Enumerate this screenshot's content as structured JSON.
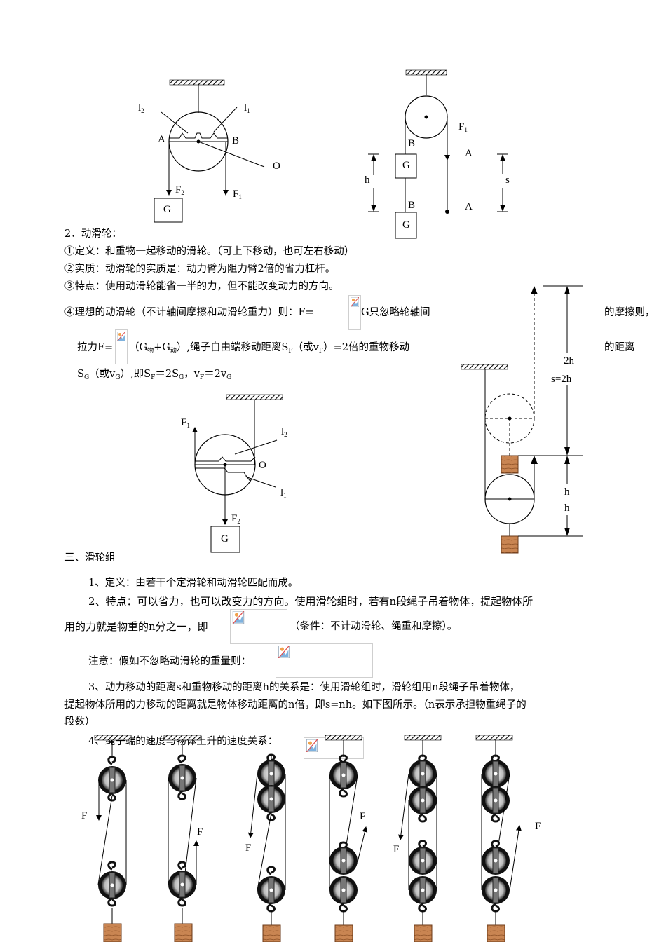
{
  "fig1": {
    "l2": "l",
    "l1": "l",
    "A": "A",
    "B": "B",
    "O": "O",
    "F2": "F",
    "F1": "F",
    "G": "G"
  },
  "fig2": {
    "F1": "F",
    "B1": "B",
    "A1": "A",
    "h": "h",
    "s": "s",
    "G1": "G",
    "B2": "B",
    "A2": "A",
    "G2": "G"
  },
  "section2": {
    "heading": "2．动滑轮：",
    "item1": "①定义：和重物一起移动的滑轮。（可上下移动，也可左右移动）",
    "item2": "②实质：动滑轮的实质是：动力臂为阻力臂2倍的省力杠杆。",
    "item3": "③特点：使用动滑轮能省一半的力，但不能改变动力的方向。",
    "item4_a": "④理想的动滑轮（不计轴间摩擦和动滑轮重力）则：F=",
    "item4_b": "G只忽略轮轴间",
    "item4_c": "的摩擦则，",
    "line5_a": "拉力F=",
    "line5_b": "（G",
    "line5_sub1": "物",
    "line5_c": "+G",
    "line5_sub2": "动",
    "line5_d": "）,绳子自由端移动距离S",
    "line5_sub3": "F",
    "line5_e": "（或v",
    "line5_sub4": "F",
    "line5_f": "）=2倍的重物移动",
    "line5_g": "的距离",
    "line6": "S",
    "line6_sub1": "G",
    "line6_b": "（或v",
    "line6_sub2": "G",
    "line6_c": "）,即S",
    "line6_sub3": "F",
    "line6_d": "＝2S",
    "line6_sub4": "G",
    "line6_e": "，v",
    "line6_sub5": "F",
    "line6_f": "＝2v",
    "line6_sub6": "G"
  },
  "fig3": {
    "F1": "F",
    "l2": "l",
    "O": "O",
    "l1": "l",
    "F2": "F",
    "G": "G"
  },
  "fig4": {
    "twoh": "2h",
    "s": "s=2h",
    "h1": "h",
    "h2": "h"
  },
  "section3": {
    "heading": "三、滑轮组",
    "p1": "1、定义：由若干个定滑轮和动滑轮匹配而成。",
    "p2_a": "2、特点：可以省力，也可以改变力的方向。使用滑轮组时，若有n段绳子吊着物体，提起物体所",
    "p2_b": "用的力就是物重的n分之一，即",
    "p2_c": "（条件：不计动滑轮、绳重和摩擦）。",
    "p3": "注意：假如不忽略动滑轮的重量则：",
    "p4_a": "3、动力移动的距离s和重物移动的距离h的关系是：使用滑轮组时，滑轮组用n段绳子吊着物体，",
    "p4_b": "提起物体所用的力移动的距离就是物体移动距离的n倍，即s=nh。如下图所示。（n表示承担物重绳子的",
    "p4_c": "段数）",
    "p5": "4、绳子端的速度与物体上升的速度关系："
  },
  "pulleys": {
    "F": "F"
  }
}
